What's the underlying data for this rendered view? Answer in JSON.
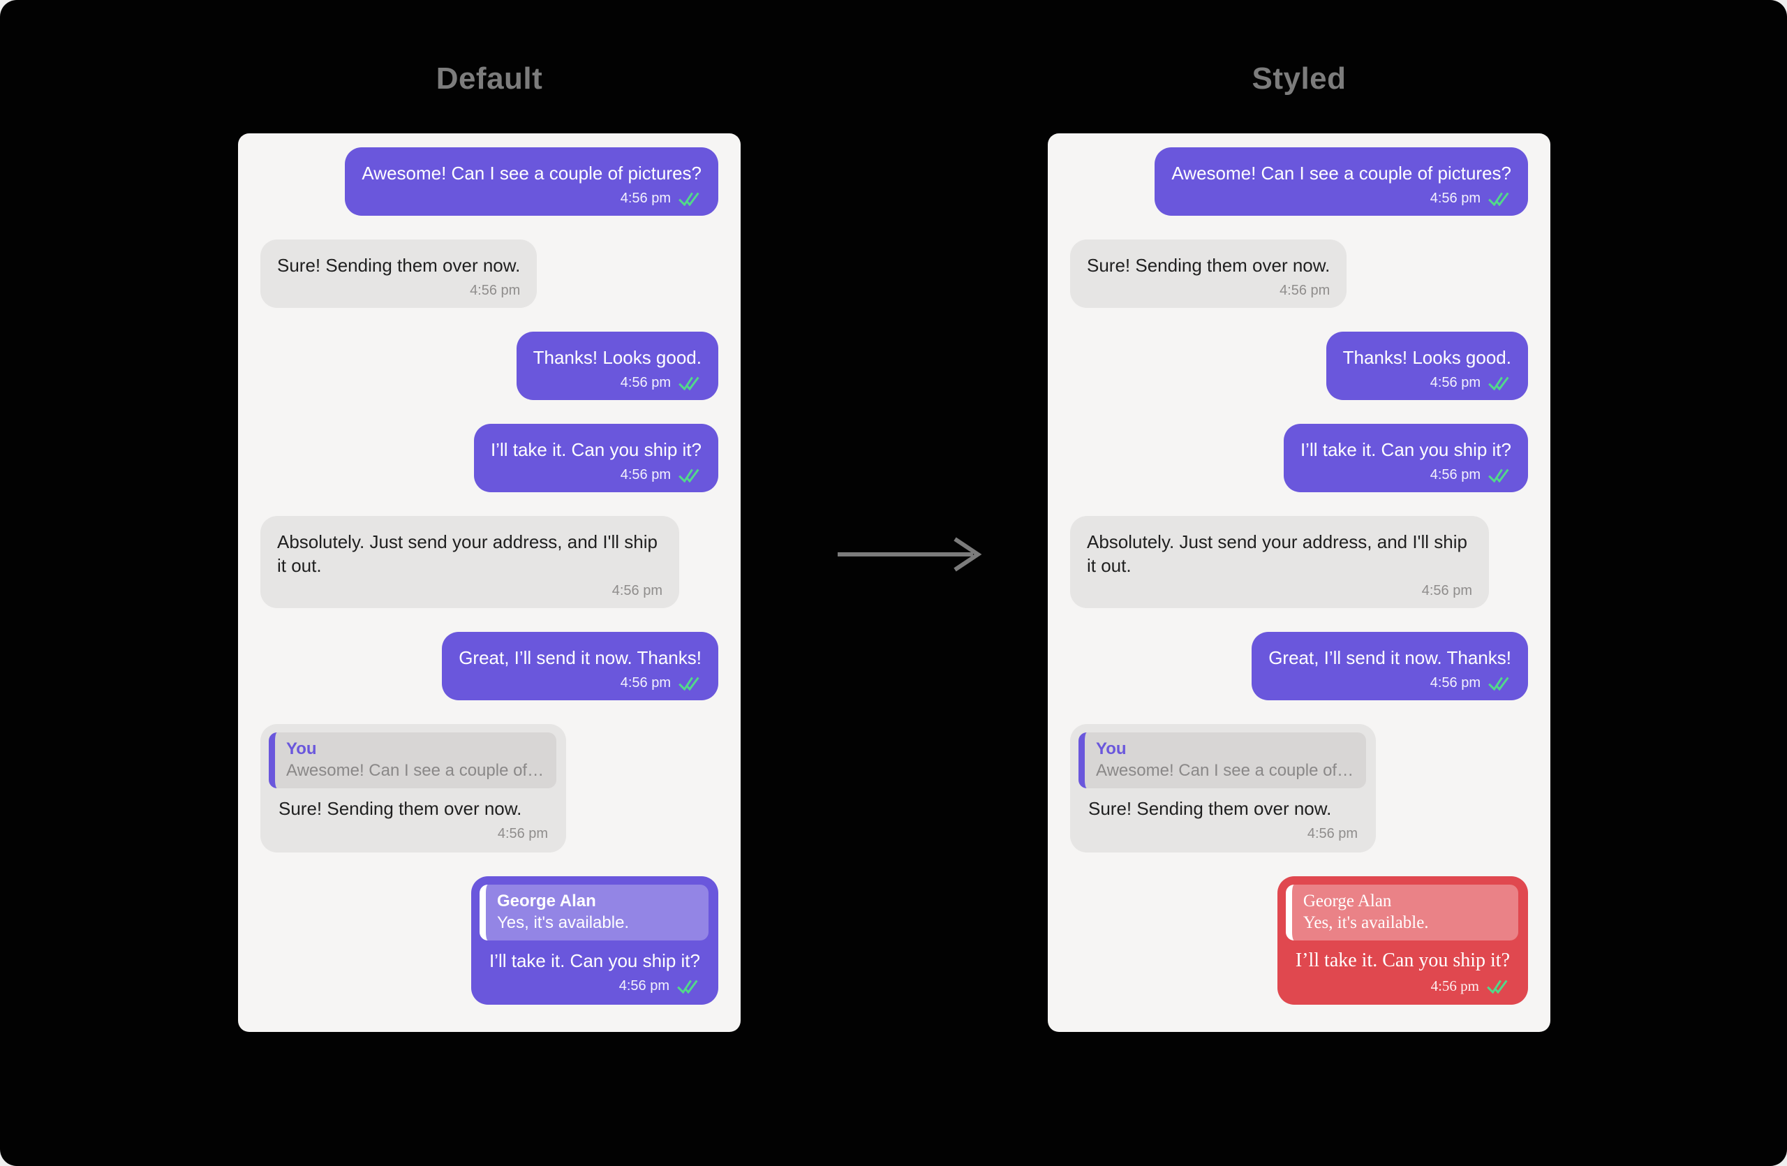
{
  "page": {
    "background": "#020202",
    "outer_background": "#efefef"
  },
  "titles": {
    "default": "Default",
    "styled": "Styled"
  },
  "arrow": {
    "direction": "right",
    "color": "#7c7c7c"
  },
  "colors": {
    "outgoing_bubble": "#6a57dc",
    "incoming_bubble": "#e6e5e4",
    "panel_background": "#f6f5f4",
    "styled_bubble": "#e0484f",
    "read_receipt_green": "#52d98a",
    "quote_accent": "#6a57dc",
    "title_text": "#7c7c7c",
    "incoming_text": "#1f1f1f",
    "incoming_time": "#8f8d8c"
  },
  "conversation": [
    {
      "direction": "outgoing",
      "text": "Awesome! Can I see a couple of pictures?",
      "time": "4:56 pm",
      "status": "read"
    },
    {
      "direction": "incoming",
      "text": "Sure! Sending them over now.",
      "time": "4:56 pm"
    },
    {
      "direction": "outgoing",
      "text": "Thanks! Looks good.",
      "time": "4:56 pm",
      "status": "read"
    },
    {
      "direction": "outgoing",
      "text": "I’ll take it. Can you ship it?",
      "time": "4:56 pm",
      "status": "read"
    },
    {
      "direction": "incoming",
      "text": "Absolutely. Just send your address, and I'll ship it out.",
      "time": "4:56 pm"
    },
    {
      "direction": "outgoing",
      "text": "Great, I’ll send it now. Thanks!",
      "time": "4:56 pm",
      "status": "read"
    },
    {
      "direction": "incoming",
      "reply": {
        "author": "You",
        "quoted_text": "Awesome! Can I see a couple of…"
      },
      "text": "Sure! Sending them over now.",
      "time": "4:56 pm"
    },
    {
      "direction": "outgoing",
      "reply": {
        "author": "George Alan",
        "quoted_text": "Yes, it's available."
      },
      "text": "I’ll take it. Can you ship it?",
      "time": "4:56 pm",
      "status": "read"
    }
  ]
}
